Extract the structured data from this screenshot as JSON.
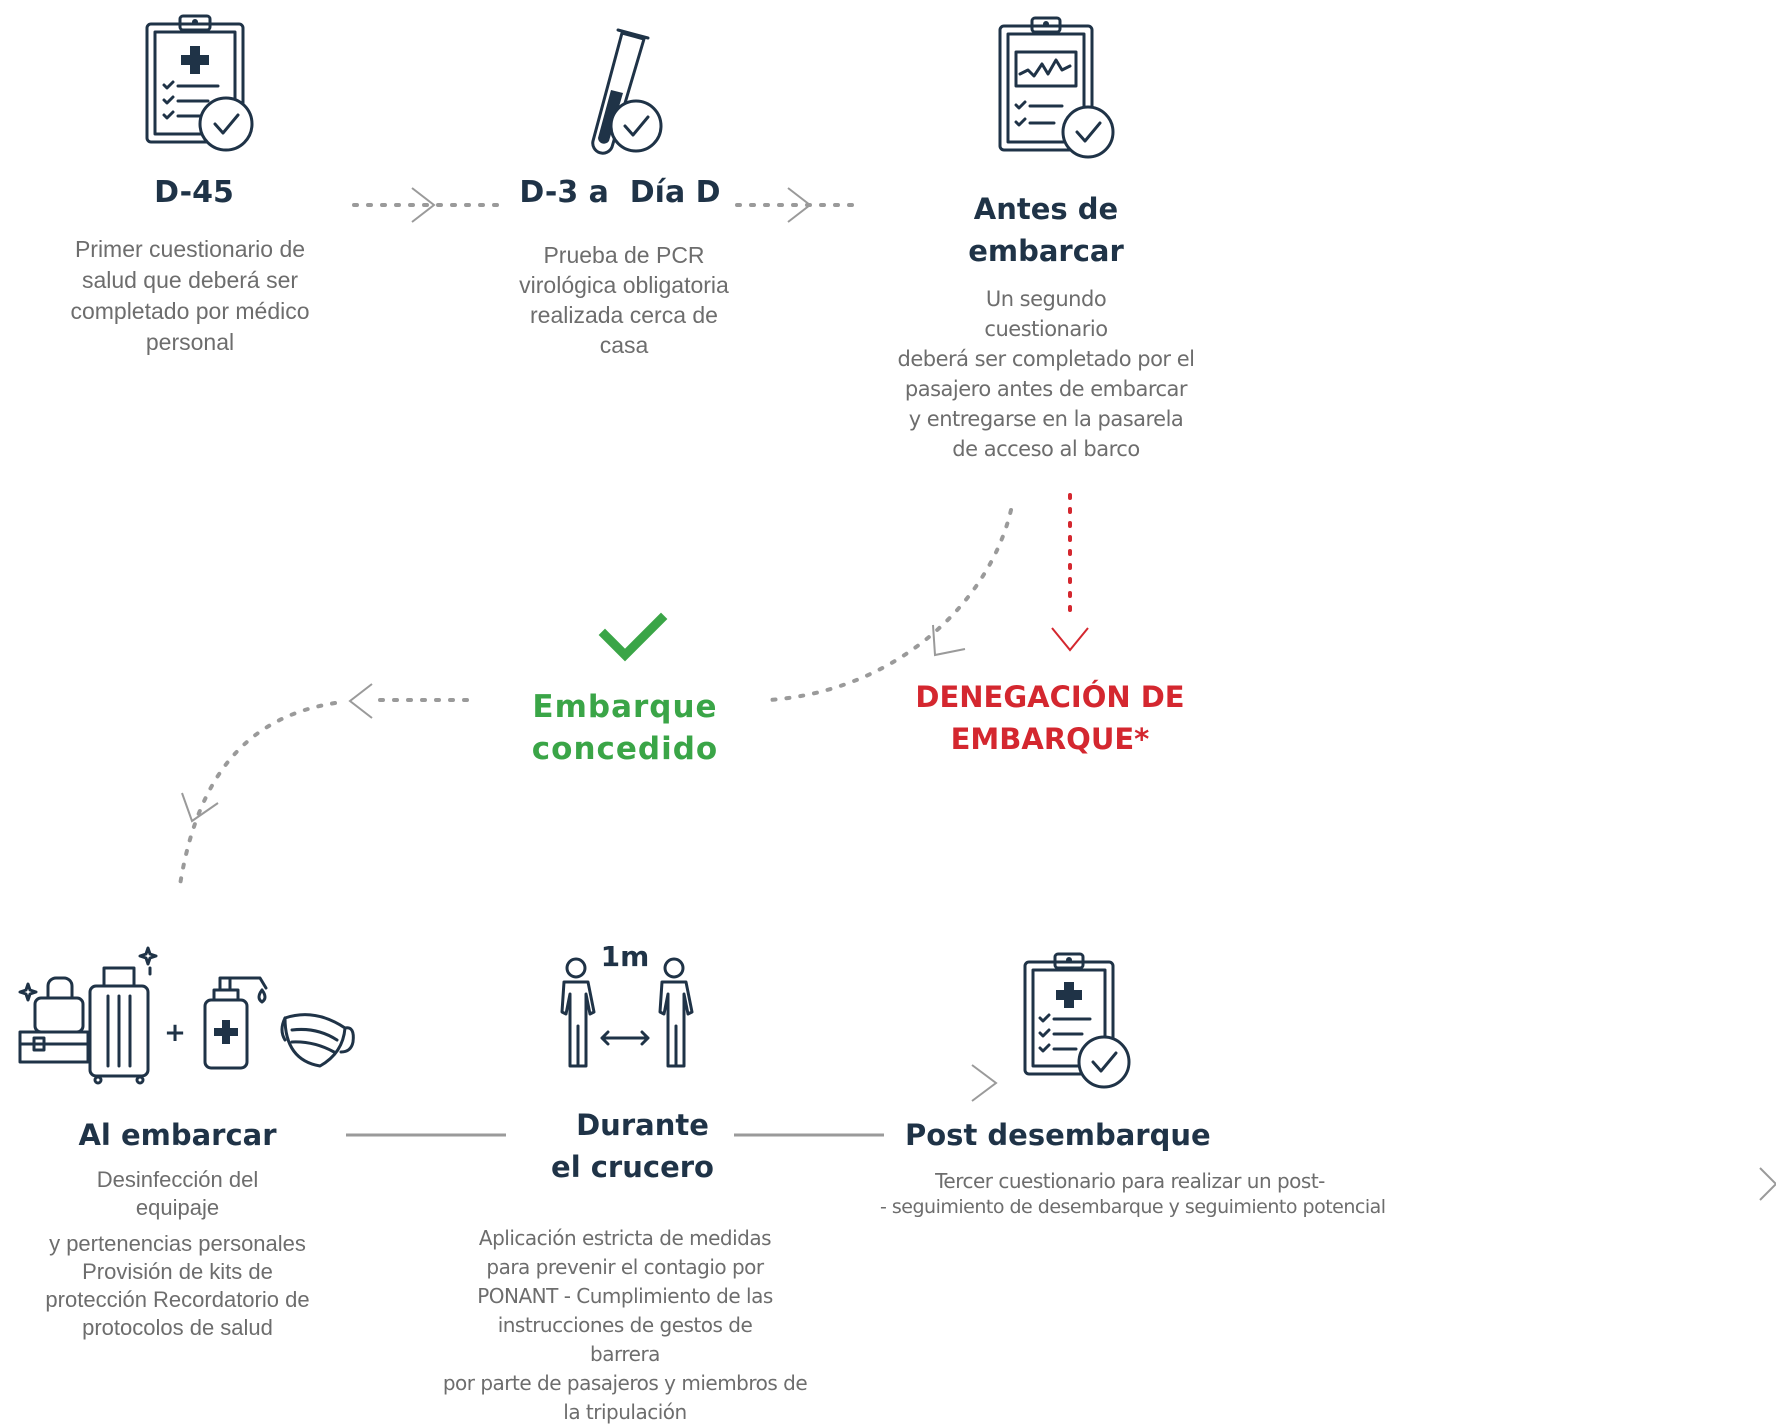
{
  "steps": {
    "d45": {
      "title": "D-45",
      "desc": [
        "Primer cuestionario de",
        "salud que deberá ser",
        "completado por médico",
        "personal"
      ]
    },
    "d3": {
      "title": "D-3 a  Día D",
      "desc": [
        "Prueba de PCR",
        "virológica obligatoria",
        "realizada cerca de",
        "casa"
      ]
    },
    "antes": {
      "title": [
        "Antes de",
        "embarcar"
      ],
      "desc": [
        "Un segundo",
        "cuestionario",
        "deberá ser completado por el",
        "pasajero antes de embarcar",
        "y entregarse en la pasarela",
        "de acceso al barco"
      ]
    },
    "al_embarcar": {
      "title": "Al embarcar",
      "desc": [
        "Desinfección del",
        "equipaje",
        "y pertenencias personales",
        "Provisión de kits de",
        "protección Recordatorio de",
        "protocolos de salud"
      ]
    },
    "durante": {
      "title": [
        "Durante",
        "el crucero"
      ],
      "desc": [
        "Aplicación estricta de medidas",
        "para prevenir el contagio por",
        "PONANT - Cumplimiento de las",
        "instrucciones de gestos de",
        "barrera",
        "por parte de pasajeros y miembros de",
        "la tripulación"
      ],
      "distance_label": "1m"
    },
    "post": {
      "title": "Post desembarque",
      "desc": [
        "Tercer cuestionario para realizar un post-",
        "- seguimiento de desembarque y seguimiento potencial"
      ]
    }
  },
  "outcomes": {
    "granted": [
      "Embarque",
      "concedido"
    ],
    "denied": [
      "DENEGACIÓN DE",
      "EMBARQUE*"
    ],
    "plus_sign": "+"
  },
  "colors": {
    "navy": "#1f3347",
    "grey_text": "#6d6d6d",
    "arrow_grey": "#9a9a9a",
    "granted_green": "#3aa547",
    "denied_red": "#d4272f"
  },
  "icons": [
    "clipboard-medical-check-icon",
    "test-tube-check-icon",
    "clipboard-chart-check-icon",
    "checkmark-icon",
    "luggage-icon",
    "hand-sanitizer-icon",
    "face-mask-icon",
    "social-distance-icon"
  ]
}
